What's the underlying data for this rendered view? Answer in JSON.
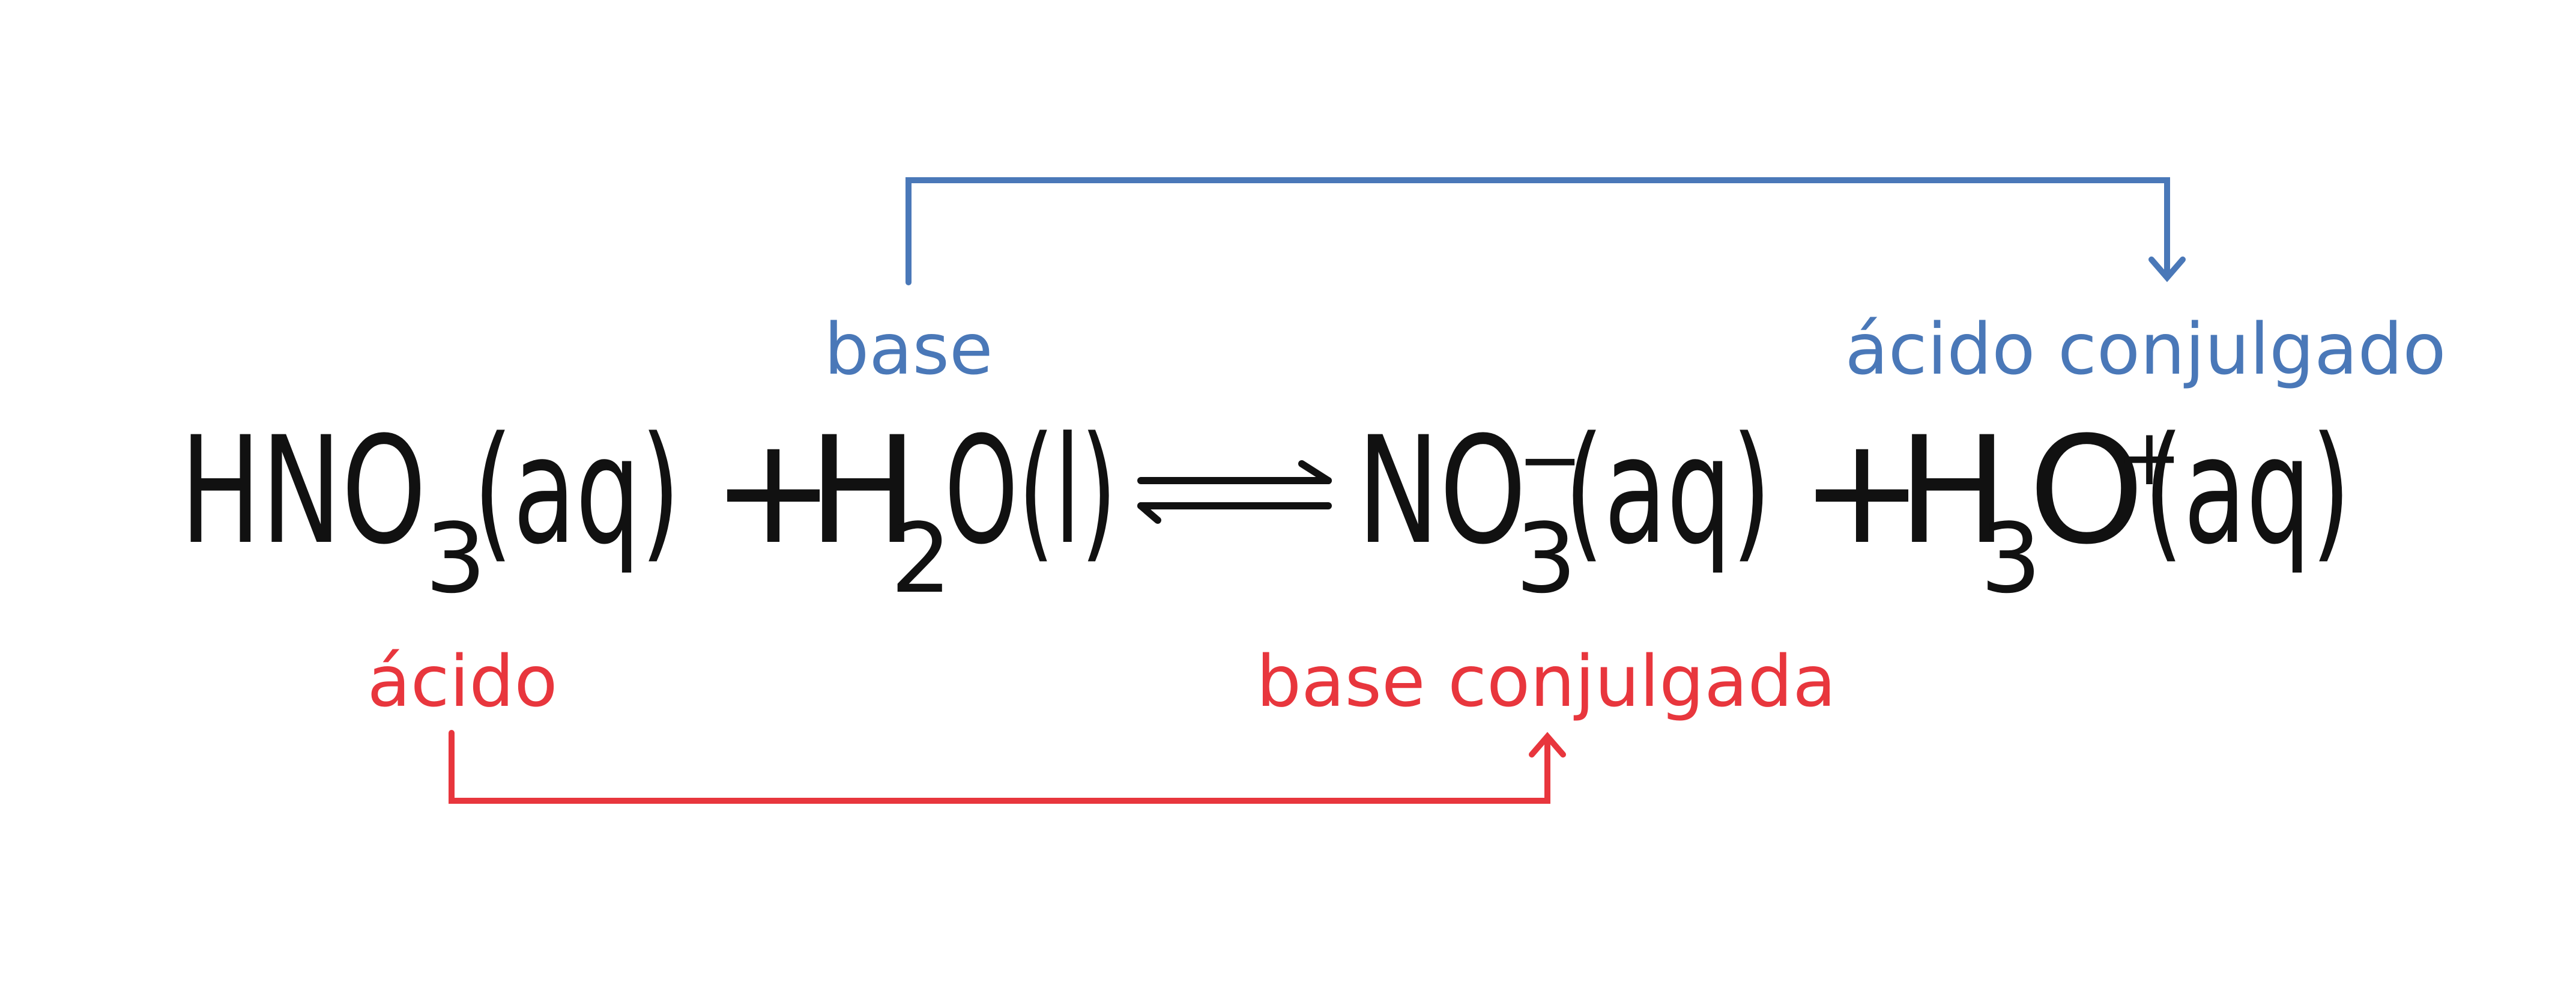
{
  "equation": {
    "reactant1_main": "HNO",
    "reactant1_sub": "3",
    "reactant1_state": "(aq)",
    "plus1": "+",
    "reactant2_h": "H",
    "reactant2_sub": "2",
    "reactant2_rest": "O(l)",
    "product1_main": "NO",
    "product1_sub": "3",
    "product1_charge": "−",
    "product1_state": "(aq)",
    "plus2": "+",
    "product2_h": "H",
    "product2_sub": "3",
    "product2_o": "O",
    "product2_charge": "+",
    "product2_state": "(aq)"
  },
  "labels": {
    "base": "base",
    "conjugate_acid": "ácido conjulgado",
    "acid": "ácido",
    "conjugate_base": "base conjulgada"
  },
  "colors": {
    "blue": "#4a78b8",
    "red": "#e8363d",
    "text": "#111111"
  },
  "icons": {
    "equilibrium": "equilibrium-harpoons-icon",
    "blue_arrow": "arrow-down-icon",
    "red_arrow": "arrow-up-icon"
  }
}
